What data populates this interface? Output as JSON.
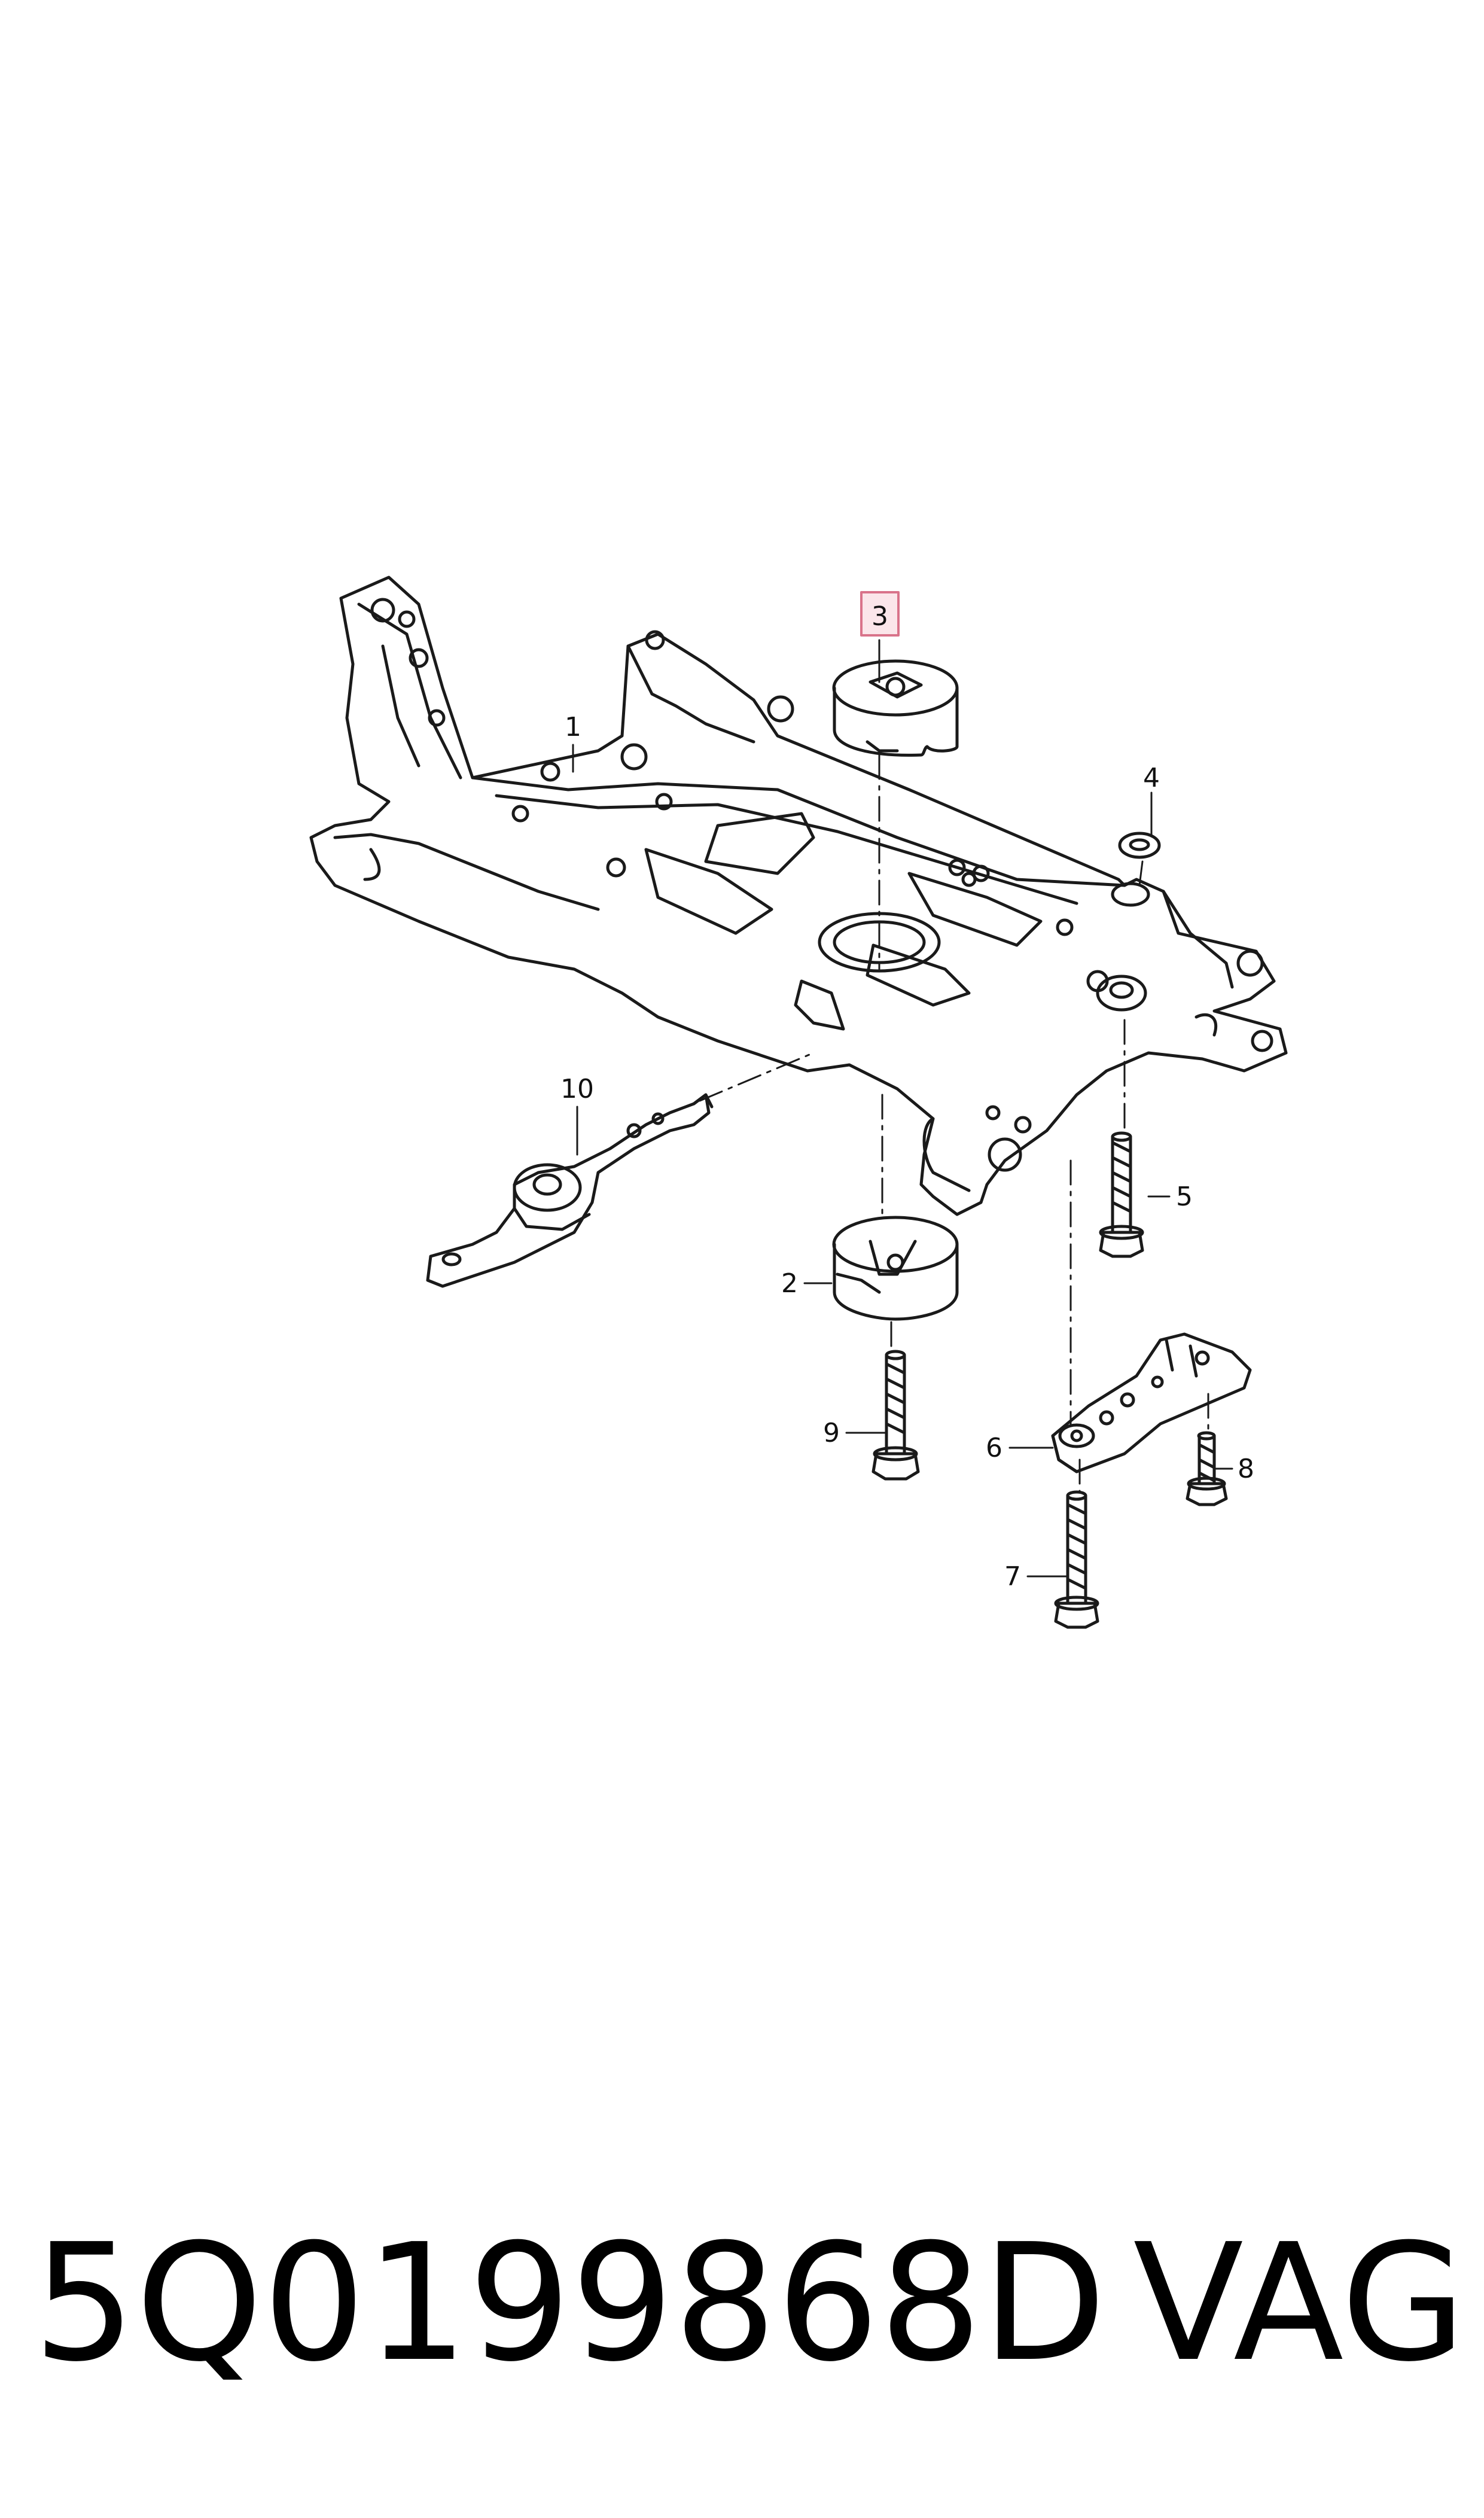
{
  "callouts": [
    {
      "id": "1",
      "label": "1"
    },
    {
      "id": "2",
      "label": "2"
    },
    {
      "id": "3",
      "label": "3",
      "highlight": true
    },
    {
      "id": "4",
      "label": "4"
    },
    {
      "id": "5",
      "label": "5"
    },
    {
      "id": "6",
      "label": "6"
    },
    {
      "id": "7",
      "label": "7"
    },
    {
      "id": "8",
      "label": "8"
    },
    {
      "id": "9",
      "label": "9"
    },
    {
      "id": "10",
      "label": "10"
    }
  ],
  "footer": {
    "part_number": "5Q0199868D",
    "brand": "VAG"
  },
  "colors": {
    "line": "#1a1a1a",
    "highlight_box": "#d9738a",
    "highlight_fill": "#fbe6ea",
    "background": "#ffffff"
  }
}
